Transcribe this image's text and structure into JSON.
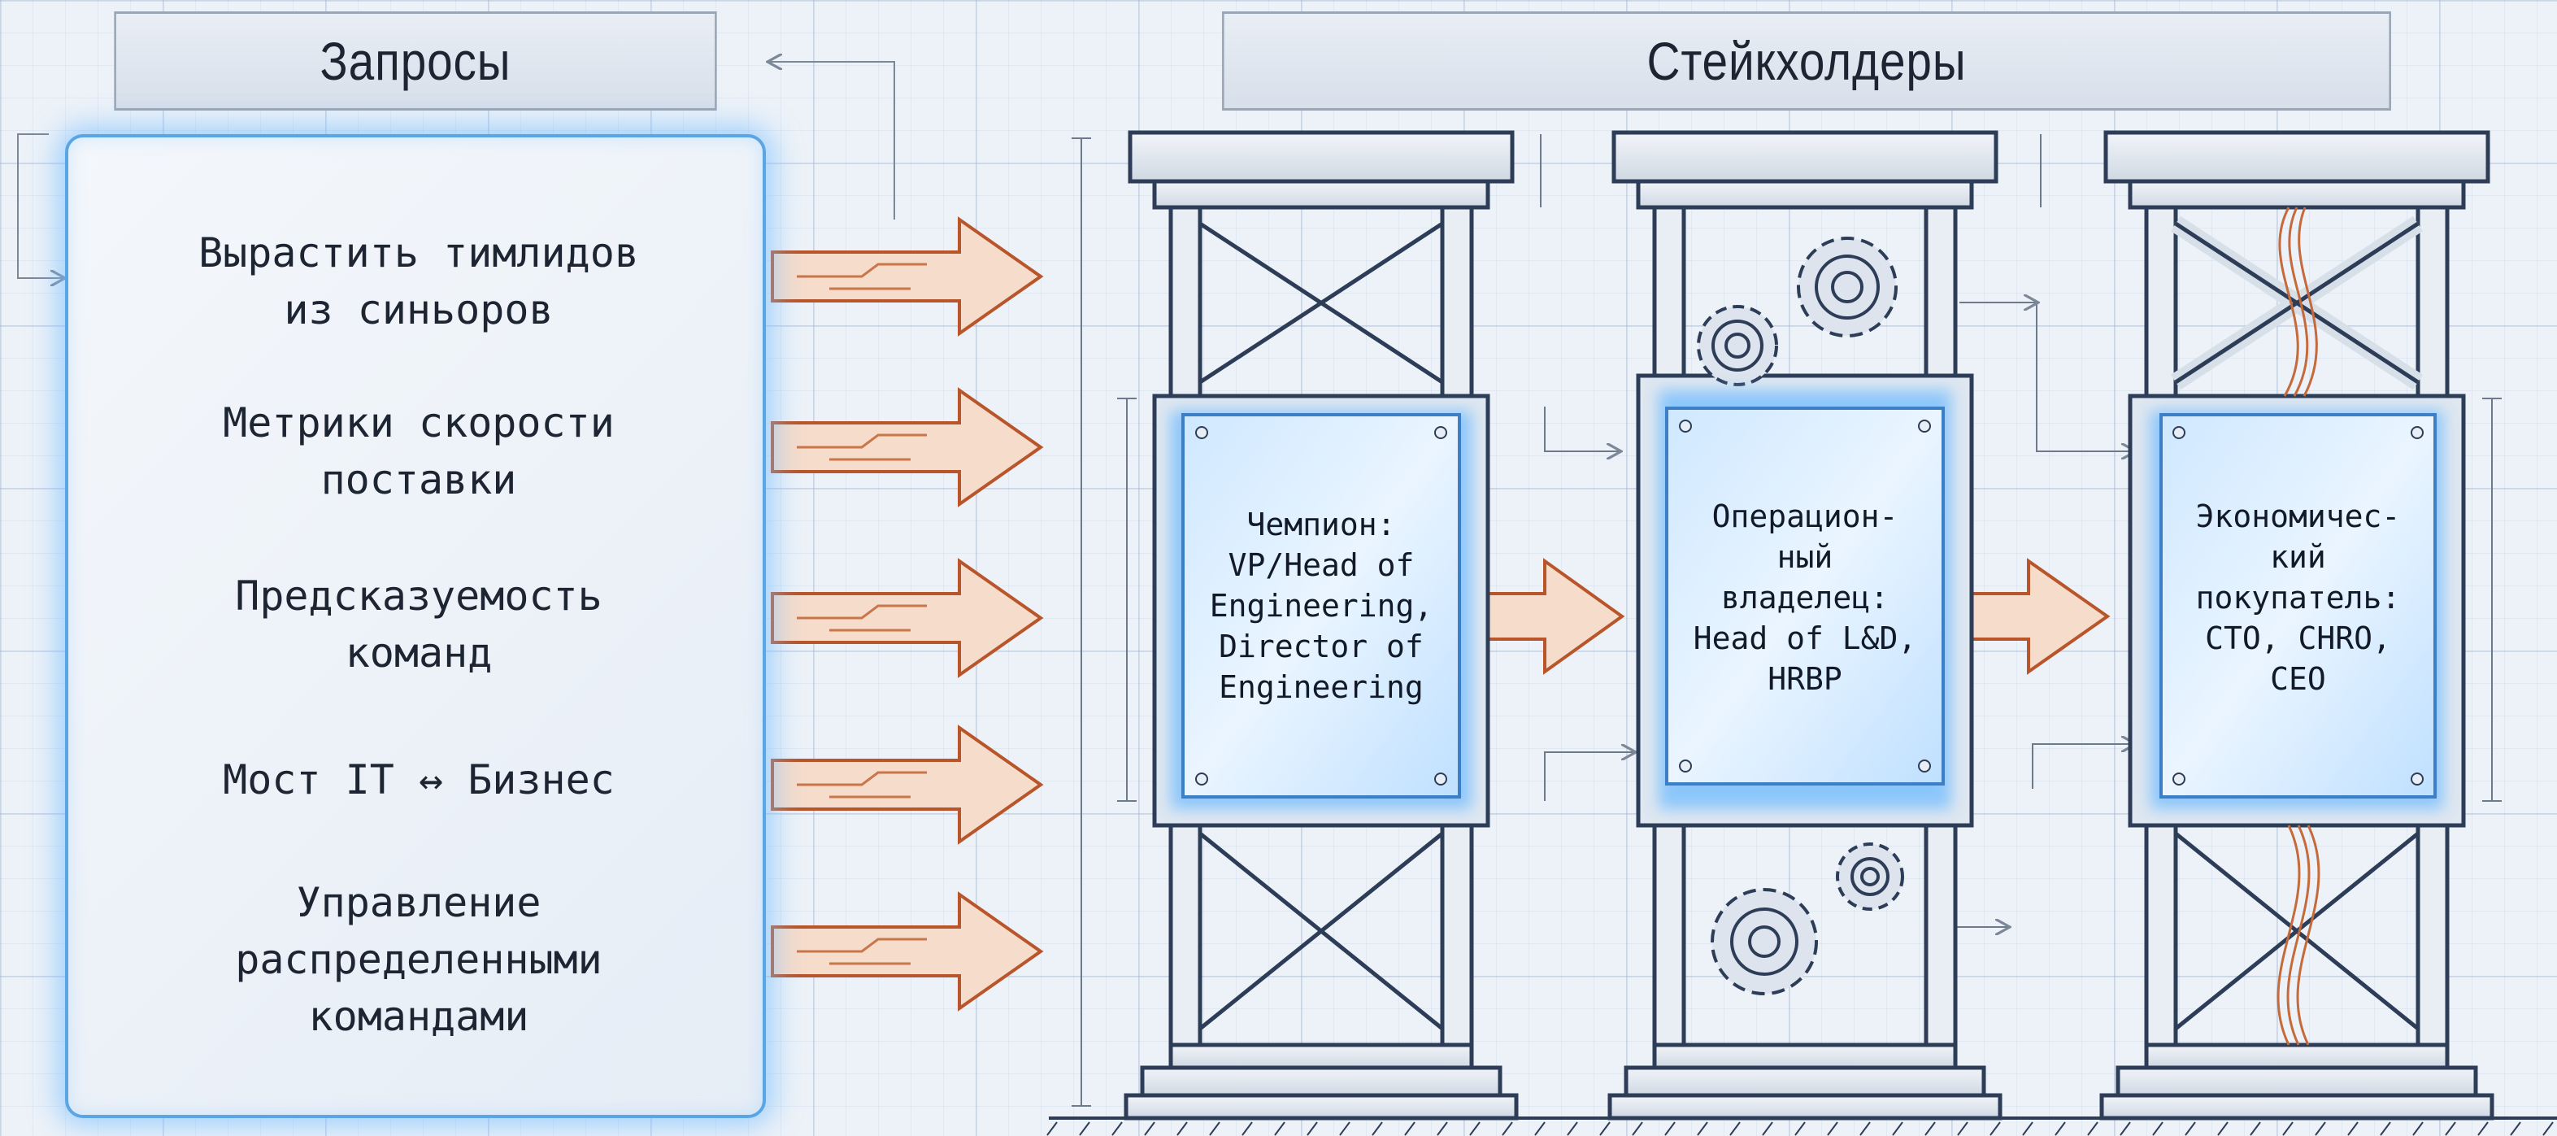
{
  "requests": {
    "title": "Запросы",
    "items": [
      {
        "label": "Вырастить тимлидов\nиз синьоров"
      },
      {
        "label": "Метрики скорости\nпоставки"
      },
      {
        "label": "Предсказуемость\nкоманд"
      },
      {
        "label": "Мост IT ↔ Бизнес"
      },
      {
        "label": "Управление\nраспределенными\nкомандами"
      }
    ]
  },
  "stakeholders": {
    "title": "Стейкхолдеры",
    "roles": [
      {
        "label": "Чемпион:\nVP/Head of\nEngineering,\nDirector of\nEngineering"
      },
      {
        "label": "Операцион-\nный\nвладелец:\nHead of L&D,\nHRBP"
      },
      {
        "label": "Экономичес-\nкий\nпокупатель:\nCTO, CHRO,\nCEO"
      }
    ]
  },
  "colors": {
    "arrow_fill": "#f6dccb",
    "arrow_stroke": "#b8552a",
    "frame_stroke": "#2d3d57",
    "glow": "#6fbcff"
  }
}
